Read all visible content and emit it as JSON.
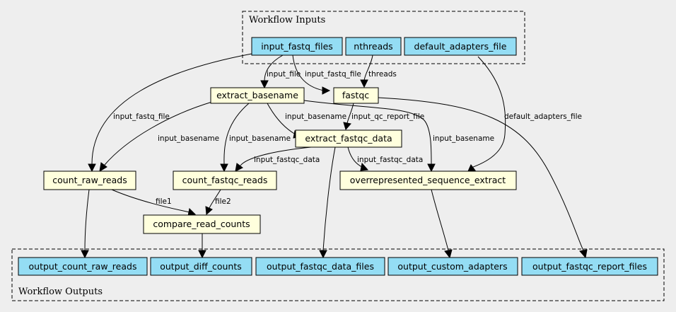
{
  "colors": {
    "background": "#eeeeee",
    "io_fill": "#94ddf4",
    "step_fill": "#ffffdd"
  },
  "clusters": {
    "inputs": {
      "label": "Workflow Inputs"
    },
    "outputs": {
      "label": "Workflow Outputs"
    }
  },
  "nodes": {
    "input_fastq_files": {
      "label": "input_fastq_files",
      "kind": "io"
    },
    "nthreads": {
      "label": "nthreads",
      "kind": "io"
    },
    "default_adapters_file": {
      "label": "default_adapters_file",
      "kind": "io"
    },
    "extract_basename": {
      "label": "extract_basename",
      "kind": "step"
    },
    "fastqc": {
      "label": "fastqc",
      "kind": "step"
    },
    "extract_fastqc_data": {
      "label": "extract_fastqc_data",
      "kind": "step"
    },
    "count_raw_reads": {
      "label": "count_raw_reads",
      "kind": "step"
    },
    "count_fastqc_reads": {
      "label": "count_fastqc_reads",
      "kind": "step"
    },
    "overrepresented_sequence_extract": {
      "label": "overrepresented_sequence_extract",
      "kind": "step"
    },
    "compare_read_counts": {
      "label": "compare_read_counts",
      "kind": "step"
    },
    "output_count_raw_reads": {
      "label": "output_count_raw_reads",
      "kind": "io"
    },
    "output_diff_counts": {
      "label": "output_diff_counts",
      "kind": "io"
    },
    "output_fastqc_data_files": {
      "label": "output_fastqc_data_files",
      "kind": "io"
    },
    "output_custom_adapters": {
      "label": "output_custom_adapters",
      "kind": "io"
    },
    "output_fastqc_report_files": {
      "label": "output_fastqc_report_files",
      "kind": "io"
    }
  },
  "edges": [
    {
      "id": "e1",
      "from": "input_fastq_files",
      "to": "extract_basename",
      "label": "input_file"
    },
    {
      "id": "e2",
      "from": "input_fastq_files",
      "to": "fastqc",
      "label": "input_fastq_file"
    },
    {
      "id": "e3",
      "from": "nthreads",
      "to": "fastqc",
      "label": "threads"
    },
    {
      "id": "e4",
      "from": "input_fastq_files",
      "to": "count_raw_reads",
      "label": "input_fastq_file"
    },
    {
      "id": "e5",
      "from": "default_adapters_file",
      "to": "overrepresented_sequence_extract",
      "label": "default_adapters_file"
    },
    {
      "id": "e6",
      "from": "extract_basename",
      "to": "count_raw_reads",
      "label": "input_basename"
    },
    {
      "id": "e7",
      "from": "extract_basename",
      "to": "count_fastqc_reads",
      "label": "input_basename"
    },
    {
      "id": "e8",
      "from": "extract_basename",
      "to": "extract_fastqc_data",
      "label": "input_basename"
    },
    {
      "id": "e9",
      "from": "extract_basename",
      "to": "overrepresented_sequence_extract",
      "label": "input_basename"
    },
    {
      "id": "e10",
      "from": "fastqc",
      "to": "extract_fastqc_data",
      "label": "input_qc_report_file"
    },
    {
      "id": "e11",
      "from": "fastqc",
      "to": "output_fastqc_report_files",
      "label": ""
    },
    {
      "id": "e12",
      "from": "extract_fastqc_data",
      "to": "count_fastqc_reads",
      "label": "input_fastqc_data"
    },
    {
      "id": "e13",
      "from": "extract_fastqc_data",
      "to": "overrepresented_sequence_extract",
      "label": "input_fastqc_data"
    },
    {
      "id": "e14",
      "from": "extract_fastqc_data",
      "to": "output_fastqc_data_files",
      "label": ""
    },
    {
      "id": "e15",
      "from": "count_raw_reads",
      "to": "compare_read_counts",
      "label": "file1"
    },
    {
      "id": "e16",
      "from": "count_fastqc_reads",
      "to": "compare_read_counts",
      "label": "file2"
    },
    {
      "id": "e17",
      "from": "count_raw_reads",
      "to": "output_count_raw_reads",
      "label": ""
    },
    {
      "id": "e18",
      "from": "compare_read_counts",
      "to": "output_diff_counts",
      "label": ""
    },
    {
      "id": "e19",
      "from": "overrepresented_sequence_extract",
      "to": "output_custom_adapters",
      "label": ""
    }
  ]
}
